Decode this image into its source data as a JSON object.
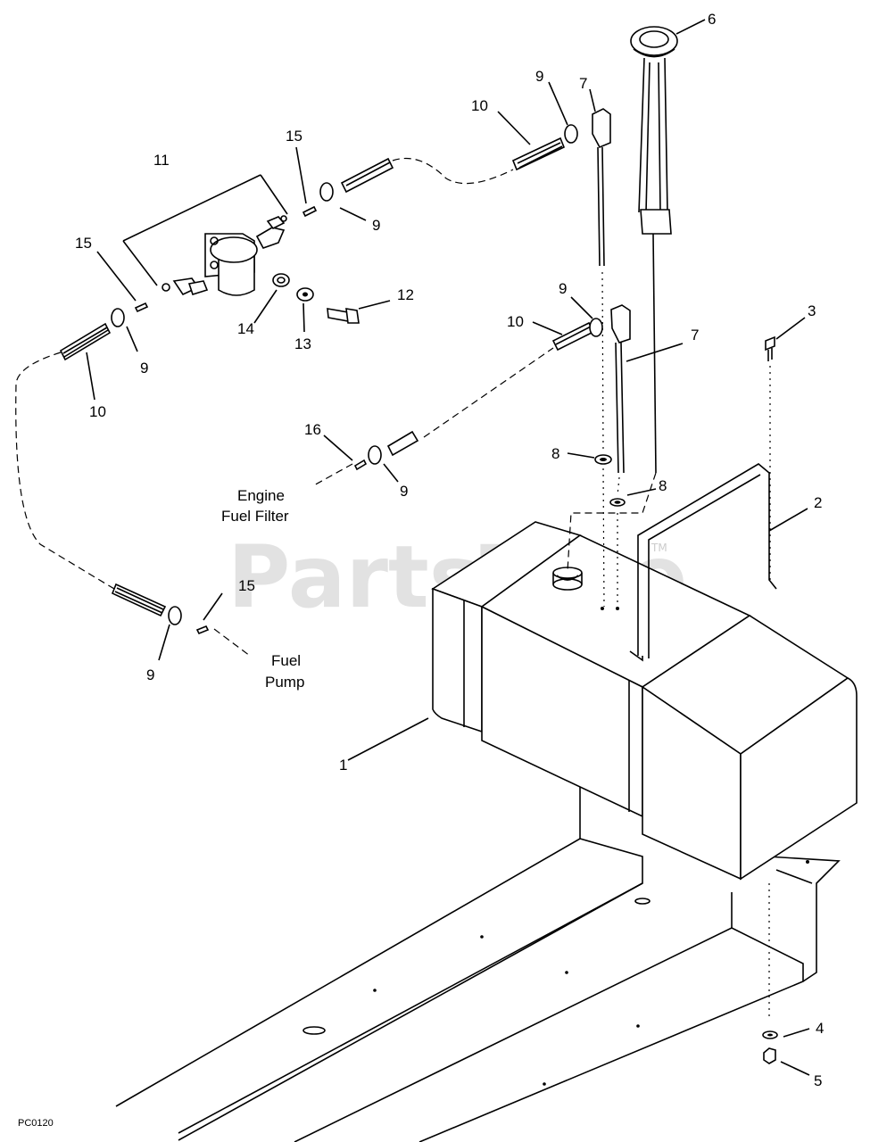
{
  "watermark": {
    "text": "PartsTree",
    "tm": "TM"
  },
  "figure_code": "PC0120",
  "notes": {
    "engine_fuel_filter_line1": "Engine",
    "engine_fuel_filter_line2": "Fuel Filter",
    "fuel_pump_line1": "Fuel",
    "fuel_pump_line2": "Pump"
  },
  "callouts": {
    "c1": "1",
    "c2": "2",
    "c3": "3",
    "c4": "4",
    "c5": "5",
    "c6": "6",
    "c7a": "7",
    "c7b": "7",
    "c8a": "8",
    "c8b": "8",
    "c9a": "9",
    "c9b": "9",
    "c9c": "9",
    "c9d": "9",
    "c9e": "9",
    "c9f": "9",
    "c10a": "10",
    "c10b": "10",
    "c10c": "10",
    "c11": "11",
    "c12": "12",
    "c13": "13",
    "c14": "14",
    "c15a": "15",
    "c15b": "15",
    "c15c": "15",
    "c16": "16"
  }
}
